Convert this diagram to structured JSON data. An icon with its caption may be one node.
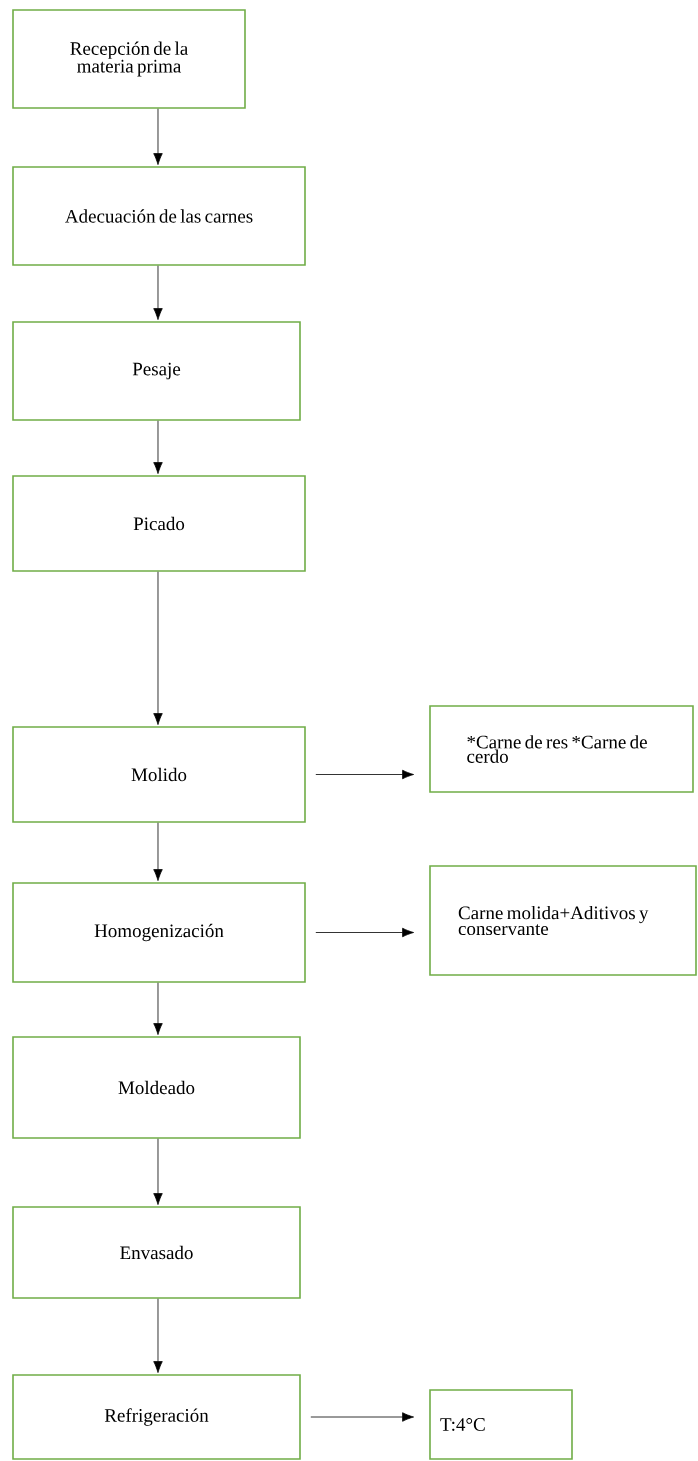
{
  "diagram": {
    "nodes": [
      {
        "text": [
          "Recepción de la materia prima"
        ]
      },
      {
        "text": [
          "Adecuación de las carnes"
        ]
      },
      {
        "text": [
          "Pesaje"
        ]
      },
      {
        "text": [
          "Picado"
        ]
      },
      {
        "text": [
          "Molido"
        ]
      },
      {
        "text": [
          "Homogenización"
        ]
      },
      {
        "text": [
          "Moldeado"
        ]
      },
      {
        "text": [
          "Envasado"
        ]
      },
      {
        "text": [
          "Refrigeración"
        ]
      },
      {
        "text": [
          "*Carne de res *Carne de cerdo"
        ]
      },
      {
        "text": [
          "Carne molida+Aditivos y conservante"
        ]
      },
      {
        "text": [
          "T:4°C"
        ]
      }
    ],
    "edges": [
      {
        "from": 0,
        "to": 1,
        "arrow": "to"
      },
      {
        "from": 1,
        "to": 2,
        "arrow": "to"
      },
      {
        "from": 2,
        "to": 3,
        "arrow": "to"
      },
      {
        "from": 3,
        "to": 4,
        "arrow": "to"
      },
      {
        "from": 4,
        "to": 5,
        "arrow": "to"
      },
      {
        "from": 5,
        "to": 6,
        "arrow": "to"
      },
      {
        "from": 6,
        "to": 7,
        "arrow": "to"
      },
      {
        "from": 7,
        "to": 8,
        "arrow": "to"
      },
      {
        "from": 4,
        "to": 9,
        "arrow": "to"
      },
      {
        "from": 5,
        "to": 10,
        "arrow": "to"
      },
      {
        "from": 8,
        "to": 11,
        "arrow": "to"
      }
    ]
  }
}
